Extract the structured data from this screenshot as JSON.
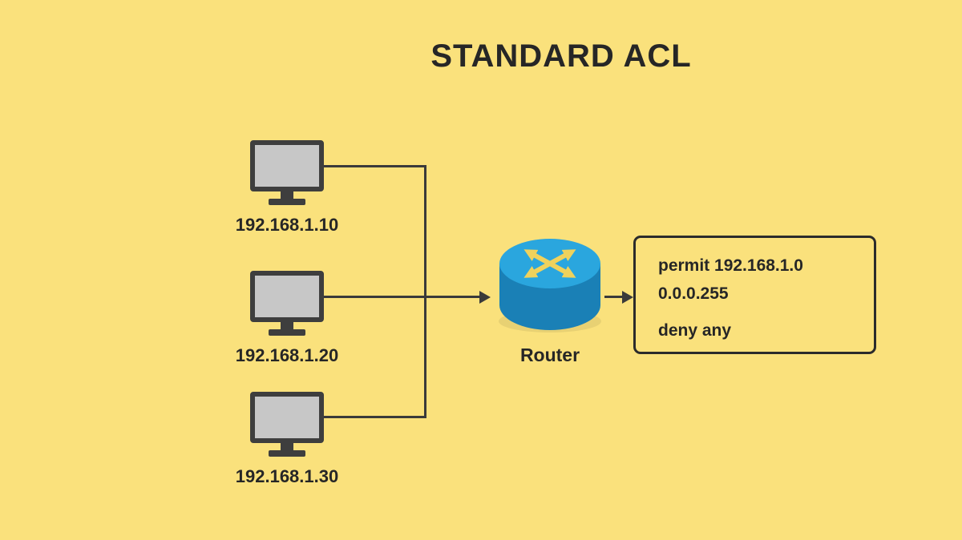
{
  "title": "STANDARD ACL",
  "hosts": [
    {
      "ip": "192.168.1.10"
    },
    {
      "ip": "192.168.1.20"
    },
    {
      "ip": "192.168.1.30"
    }
  ],
  "router": {
    "label": "Router"
  },
  "acl": {
    "permit_rule": "permit 192.168.1.0 0.0.0.255",
    "deny_rule": "deny any"
  },
  "colors": {
    "background": "#FAE17C",
    "line": "#3A3A3A",
    "router_top": "#2AA6DE",
    "router_body": "#1A80B6",
    "router_arrows": "#EFD25C",
    "text": "#262626"
  }
}
